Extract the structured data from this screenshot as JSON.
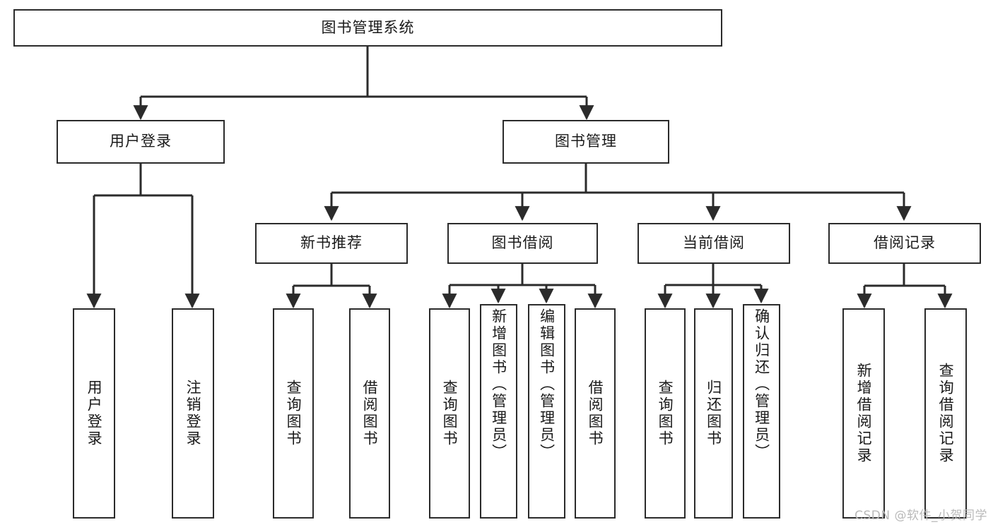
{
  "diagram": {
    "title": "图书管理系统",
    "type": "hierarchy-tree",
    "watermark": "CSDN @软件_小贺同学",
    "colors": {
      "border": "#2b2b2b",
      "background": "#ffffff",
      "text": "#1a1a1a",
      "watermark": "#b9b9b9"
    },
    "levels": {
      "root": {
        "label": "图书管理系统"
      },
      "level2": [
        {
          "id": "user-login",
          "label": "用户登录"
        },
        {
          "id": "book-manage",
          "label": "图书管理"
        }
      ],
      "level3": [
        {
          "id": "new-book-recommend",
          "label": "新书推荐",
          "parent": "book-manage"
        },
        {
          "id": "book-borrow",
          "label": "图书借阅",
          "parent": "book-manage"
        },
        {
          "id": "current-borrow",
          "label": "当前借阅",
          "parent": "book-manage"
        },
        {
          "id": "borrow-record",
          "label": "借阅记录",
          "parent": "book-manage"
        }
      ],
      "leaves": [
        {
          "id": "leaf-user-login",
          "label": "用户登录",
          "parent": "user-login"
        },
        {
          "id": "leaf-logout",
          "label": "注销登录",
          "parent": "user-login"
        },
        {
          "id": "leaf-query-book-1",
          "label": "查询图书",
          "parent": "new-book-recommend"
        },
        {
          "id": "leaf-borrow-book-1",
          "label": "借阅图书",
          "parent": "new-book-recommend"
        },
        {
          "id": "leaf-query-book-2",
          "label": "查询图书",
          "parent": "book-borrow"
        },
        {
          "id": "leaf-add-book",
          "label": "新增图书（管理员）",
          "parent": "book-borrow"
        },
        {
          "id": "leaf-edit-book",
          "label": "编辑图书（管理员）",
          "parent": "book-borrow"
        },
        {
          "id": "leaf-borrow-book-2",
          "label": "借阅图书",
          "parent": "book-borrow"
        },
        {
          "id": "leaf-query-book-3",
          "label": "查询图书",
          "parent": "current-borrow"
        },
        {
          "id": "leaf-return-book",
          "label": "归还图书",
          "parent": "current-borrow"
        },
        {
          "id": "leaf-confirm-return",
          "label": "确认归还（管理员）",
          "parent": "current-borrow"
        },
        {
          "id": "leaf-add-record",
          "label": "新增借阅记录",
          "parent": "borrow-record"
        },
        {
          "id": "leaf-query-record",
          "label": "查询借阅记录",
          "parent": "borrow-record"
        }
      ]
    }
  }
}
